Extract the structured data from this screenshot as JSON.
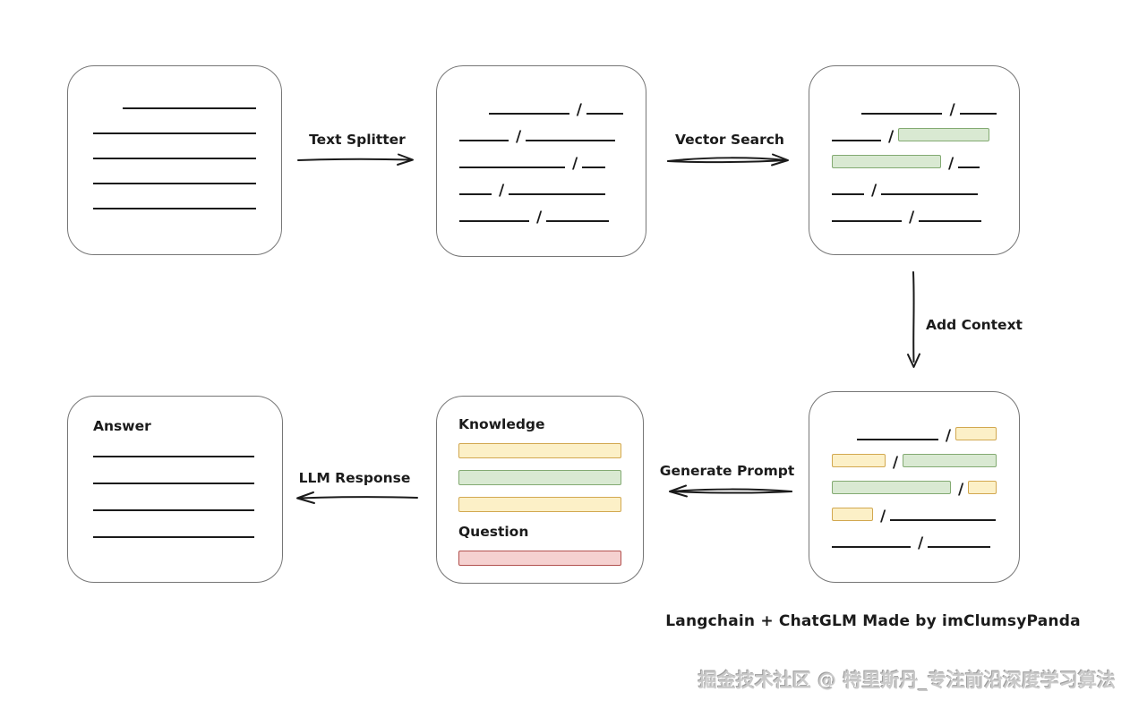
{
  "caption": "Langchain + ChatGLM Made by imClumsyPanda",
  "watermark": "掘金技术社区 @ 特里斯丹_专注前沿深度学习算法",
  "separator": "/",
  "labels": {
    "text_splitter": "Text Splitter",
    "vector_search": "Vector Search",
    "add_context": "Add Context",
    "generate_prompt": "Generate Prompt",
    "llm_response": "LLM Response",
    "knowledge": "Knowledge",
    "question": "Question",
    "answer": "Answer"
  },
  "colors": {
    "line": "#1b1b1b",
    "box_border": "#767676",
    "green_fill": "#d9e9d2",
    "green_border": "#83aa72",
    "yellow_fill": "#fcf0c7",
    "yellow_border": "#d2a850",
    "red_fill": "#f5d1d0",
    "red_border": "#b2514e"
  },
  "boxes": {
    "source_document": {
      "lines": [
        {
          "width": 149,
          "indent": 33
        },
        {
          "width": 182,
          "indent": 0
        },
        {
          "width": 182,
          "indent": 0
        },
        {
          "width": 182,
          "indent": 0
        },
        {
          "width": 182,
          "indent": 0
        }
      ]
    },
    "split_document": {
      "rows": [
        {
          "indent": 33,
          "segments": [
            {
              "kind": "line",
              "width": 92
            },
            {
              "kind": "line",
              "width": 42
            }
          ]
        },
        {
          "indent": 0,
          "segments": [
            {
              "kind": "line",
              "width": 55
            },
            {
              "kind": "line",
              "width": 100
            }
          ]
        },
        {
          "indent": 0,
          "segments": [
            {
              "kind": "line",
              "width": 118
            },
            {
              "kind": "line",
              "width": 26
            }
          ]
        },
        {
          "indent": 0,
          "segments": [
            {
              "kind": "line",
              "width": 36
            },
            {
              "kind": "line",
              "width": 108
            }
          ]
        },
        {
          "indent": 0,
          "segments": [
            {
              "kind": "line",
              "width": 78
            },
            {
              "kind": "line",
              "width": 70
            }
          ]
        }
      ]
    },
    "matched_document": {
      "rows": [
        {
          "indent": 33,
          "segments": [
            {
              "kind": "line",
              "width": 92
            },
            {
              "kind": "line",
              "width": 42
            }
          ]
        },
        {
          "indent": 0,
          "segments": [
            {
              "kind": "line",
              "width": 55
            },
            {
              "kind": "green",
              "width": 102
            }
          ]
        },
        {
          "indent": 0,
          "segments": [
            {
              "kind": "green",
              "width": 122
            },
            {
              "kind": "line",
              "width": 24
            }
          ]
        },
        {
          "indent": 0,
          "segments": [
            {
              "kind": "line",
              "width": 36
            },
            {
              "kind": "line",
              "width": 108
            }
          ]
        },
        {
          "indent": 0,
          "segments": [
            {
              "kind": "line",
              "width": 78
            },
            {
              "kind": "line",
              "width": 70
            }
          ]
        }
      ]
    },
    "context_document": {
      "rows": [
        {
          "indent": 28,
          "segments": [
            {
              "kind": "line",
              "width": 95
            },
            {
              "kind": "yellow",
              "width": 48
            }
          ]
        },
        {
          "indent": 0,
          "segments": [
            {
              "kind": "yellow",
              "width": 60
            },
            {
              "kind": "green",
              "width": 105
            }
          ]
        },
        {
          "indent": 0,
          "segments": [
            {
              "kind": "green",
              "width": 134
            },
            {
              "kind": "yellow",
              "width": 32
            }
          ]
        },
        {
          "indent": 0,
          "segments": [
            {
              "kind": "yellow",
              "width": 46
            },
            {
              "kind": "line",
              "width": 118
            }
          ]
        },
        {
          "indent": 0,
          "segments": [
            {
              "kind": "line",
              "width": 88
            },
            {
              "kind": "line",
              "width": 70
            }
          ]
        }
      ]
    },
    "prompt": {
      "knowledge_bars": [
        "yellow",
        "green",
        "yellow"
      ],
      "question_bars": [
        "red"
      ]
    },
    "answer": {
      "lines": [
        {
          "width": 180,
          "indent": 0
        },
        {
          "width": 180,
          "indent": 0
        },
        {
          "width": 180,
          "indent": 0
        },
        {
          "width": 180,
          "indent": 0
        }
      ]
    }
  }
}
